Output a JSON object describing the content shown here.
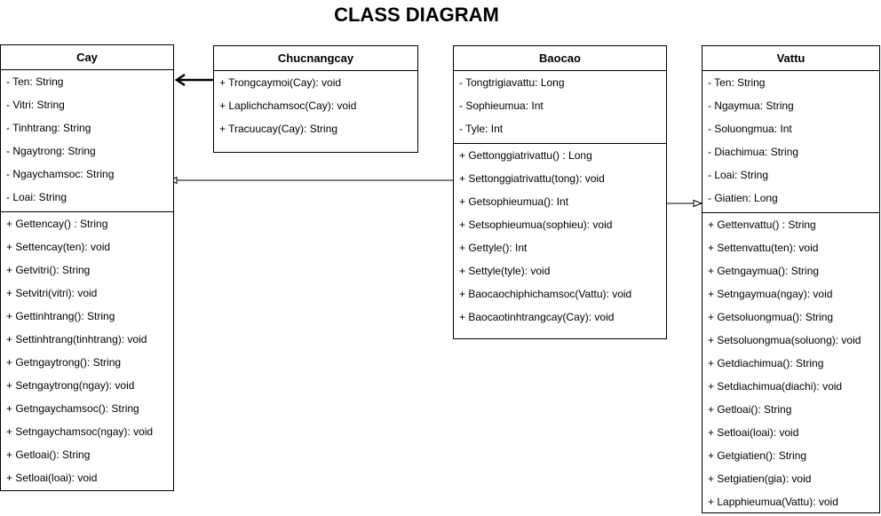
{
  "diagram": {
    "title": "CLASS DIAGRAM",
    "classes": {
      "cay": {
        "name": "Cay",
        "attributes": [
          "- Ten: String",
          "- Vitri: String",
          "- Tinhtrang: String",
          "- Ngaytrong: String",
          "- Ngaychamsoc: String",
          "- Loai: String"
        ],
        "methods": [
          "+ Gettencay() : String",
          "+ Settencay(ten): void",
          "+ Getvitri(): String",
          "+ Setvitri(vitri): void",
          "+ Gettinhtrang(): String",
          "+ Settinhtrang(tinhtrang): void",
          "+ Getngaytrong(): String",
          "+ Setngaytrong(ngay): void",
          "+ Getngaychamsoc(): String",
          "+ Setngaychamsoc(ngay): void",
          "+ Getloai(): String",
          "+ Setloai(loai): void"
        ]
      },
      "chucnangcay": {
        "name": "Chucnangcay",
        "methods": [
          "+ Trongcaymoi(Cay): void",
          "+ Laplichchamsoc(Cay): void",
          "+ Tracuucay(Cay): String"
        ]
      },
      "baocao": {
        "name": "Baocao",
        "attributes": [
          "- Tongtrigiavattu: Long",
          "- Sophieumua: Int",
          "- Tyle: Int"
        ],
        "methods": [
          "+ Gettonggiatrivattu() : Long",
          "+ Settonggiatrivattu(tong): void",
          "+ Getsophieumua(): Int",
          "+ Setsophieumua(sophieu): void",
          "+ Gettyle(): Int",
          "+ Settyle(tyle): void",
          "+ Baocaochiphichamsoc(Vattu): void",
          "+ Baocaotinhtrangcay(Cay): void"
        ]
      },
      "vattu": {
        "name": "Vattu",
        "attributes": [
          "- Ten: String",
          "- Ngaymua: String",
          "- Soluongmua: Int",
          "- Diachimua: String",
          "- Loai: String",
          "- Giatien: Long"
        ],
        "methods": [
          "+ Gettenvattu() : String",
          "+ Settenvattu(ten): void",
          "+ Getngaymua(): String",
          "+ Setngaymua(ngay): void",
          "+ Getsoluongmua(): String",
          "+ Setsoluongmua(soluong): void",
          "+ Getdiachimua(): String",
          "+ Setdiachimua(diachi): void",
          "+ Getloai(): String",
          "+ Setloai(loai): void",
          "+ Getgiatien(): String",
          "+ Setgiatien(gia): void",
          "+ Lapphieumua(Vattu): void"
        ]
      }
    },
    "relations": [
      {
        "from": "chucnangcay",
        "to": "cay",
        "style": "open-arrow-thick"
      },
      {
        "from": "baocao",
        "to": "cay",
        "style": "hollow-triangle"
      },
      {
        "from": "baocao",
        "to": "vattu",
        "style": "hollow-triangle"
      }
    ]
  }
}
